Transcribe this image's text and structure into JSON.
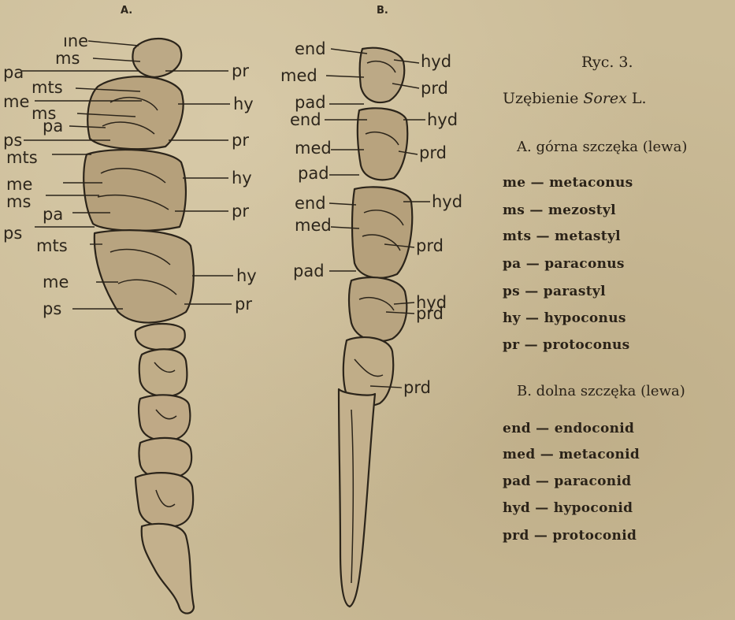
{
  "figure": {
    "panel_a_header": "A.",
    "panel_b_header": "B.",
    "panel_a_labels_left": [
      "ıne",
      "ms",
      "pa",
      "mts",
      "me",
      "ms",
      "pa",
      "ps",
      "mts",
      "me",
      "ms",
      "pa",
      "ps",
      "mts",
      "me",
      "ps"
    ],
    "panel_a_labels_right": [
      "pr",
      "hy",
      "pr",
      "hy",
      "pr",
      "hy",
      "pr"
    ],
    "panel_b_labels_left": [
      "end",
      "med",
      "pad",
      "end",
      "med",
      "pad",
      "end",
      "med",
      "pad"
    ],
    "panel_b_labels_right": [
      "hyd",
      "prd",
      "hyd",
      "prd",
      "hyd",
      "prd",
      "hyd",
      "prd",
      "prd"
    ]
  },
  "legend": {
    "title": "Ryc. 3.",
    "subtitle_prefix": "Uzębienie",
    "subtitle_genus": "Sorex",
    "subtitle_suffix": "L.",
    "section_a": "A. górna szczęka (lewa)",
    "section_a_items": [
      "me — metaconus",
      "ms — mezostyl",
      "mts — metastyl",
      "pa — paraconus",
      "ps — parastyl",
      "hy — hypoconus",
      "pr — protoconus"
    ],
    "section_b": "B. dolna szczęka (lewa)",
    "section_b_items": [
      "end — endoconid",
      "med — metaconid",
      "pad — paraconid",
      "hyd — hypoconid",
      "prd — protoconid"
    ]
  }
}
